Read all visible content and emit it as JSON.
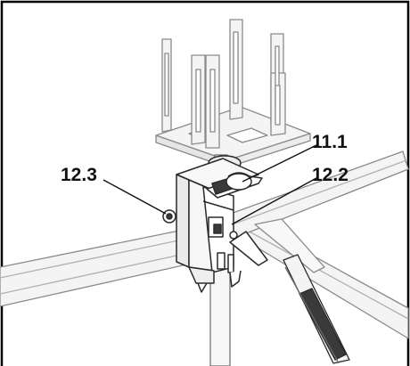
{
  "figure": {
    "callouts": [
      {
        "id": "11.1",
        "text": "11.1"
      },
      {
        "id": "12.2",
        "text": "12.2"
      },
      {
        "id": "12.3",
        "text": "12.3"
      }
    ],
    "colors": {
      "line": "#2a2a2a",
      "light_line": "#8a8a8a",
      "fill_light": "#f4f4f4",
      "fill_mid": "#e2e2e2",
      "fill_dark": "#3a3a3a",
      "frame": "#000000"
    }
  }
}
